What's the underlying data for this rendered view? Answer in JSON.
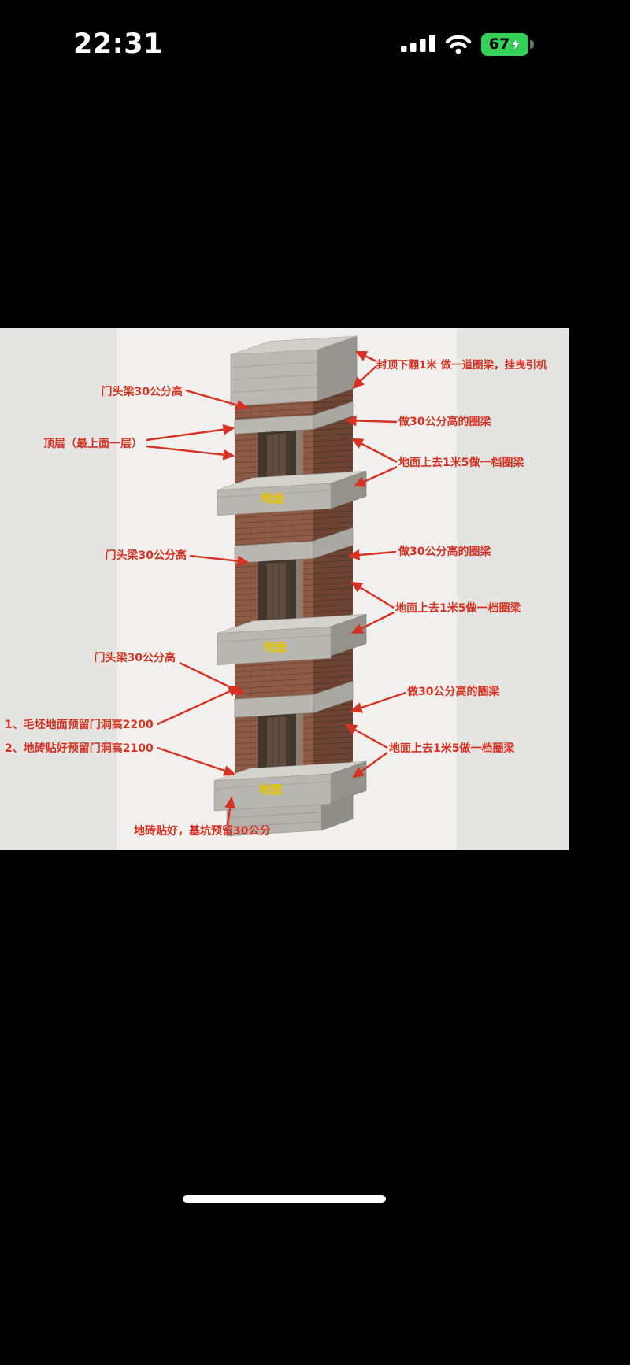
{
  "status_bar": {
    "time": "22:31",
    "battery_percent": "67"
  },
  "photo": {
    "floor_labels": [
      "地面",
      "地面",
      "地面"
    ],
    "left_annotations": [
      "门头梁30公分高",
      "顶层（最上面一层）",
      "门头梁30公分高",
      "门头梁30公分高",
      "1、毛坯地面预留门洞高2200",
      "2、地砖贴好预留门洞高2100",
      "地砖贴好，基坑预留30公分"
    ],
    "right_annotations": [
      "封顶下翻1米 做一道圈梁，挂曳引机",
      "做30公分高的圈梁",
      "地面上去1米5做一档圈梁",
      "做30公分高的圈梁",
      "地面上去1米5做一档圈梁",
      "做30公分高的圈梁",
      "地面上去1米5做一档圈梁"
    ],
    "colors": {
      "annotation_red": "#d53222",
      "floor_label_yellow": "#e7c400",
      "brick_front": "#8e5b47",
      "brick_side": "#6d4434",
      "concrete": "#b6b5b0"
    }
  }
}
